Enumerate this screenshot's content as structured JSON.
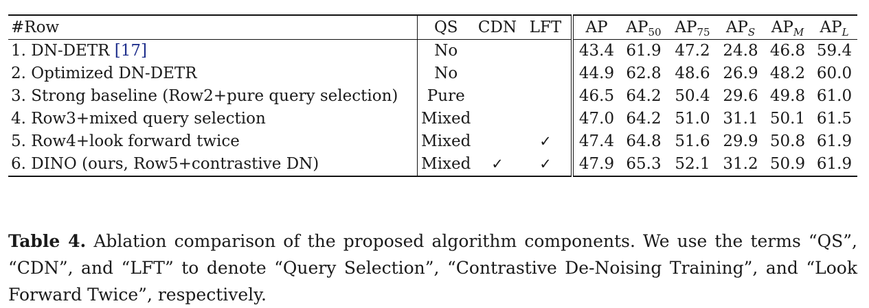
{
  "table": {
    "headers": {
      "row": "#Row",
      "qs": "QS",
      "cdn": "CDN",
      "lft": "LFT",
      "ap": "AP",
      "ap50": {
        "base": "AP",
        "sub": "50"
      },
      "ap75": {
        "base": "AP",
        "sub": "75"
      },
      "aps": {
        "base": "AP",
        "sub": "S"
      },
      "apm": {
        "base": "AP",
        "sub": "M"
      },
      "apl": {
        "base": "AP",
        "sub": "L"
      }
    },
    "rows": [
      {
        "name": "1. DN-DETR ",
        "cite": "[17]",
        "qs": "No",
        "cdn": "",
        "lft": "",
        "ap": "43.4",
        "ap50": "61.9",
        "ap75": "47.2",
        "aps": "24.8",
        "apm": "46.8",
        "apl": "59.4"
      },
      {
        "name": "2. Optimized DN-DETR",
        "qs": "No",
        "cdn": "",
        "lft": "",
        "ap": "44.9",
        "ap50": "62.8",
        "ap75": "48.6",
        "aps": "26.9",
        "apm": "48.2",
        "apl": "60.0"
      },
      {
        "name": "3. Strong baseline (Row2+pure query selection)",
        "qs": "Pure",
        "cdn": "",
        "lft": "",
        "ap": "46.5",
        "ap50": "64.2",
        "ap75": "50.4",
        "aps": "29.6",
        "apm": "49.8",
        "apl": "61.0"
      },
      {
        "name": "4. Row3+mixed query selection",
        "qs": "Mixed",
        "cdn": "",
        "lft": "",
        "ap": "47.0",
        "ap50": "64.2",
        "ap75": "51.0",
        "aps": "31.1",
        "apm": "50.1",
        "apl": "61.5"
      },
      {
        "name": "5. Row4+look forward twice",
        "qs": "Mixed",
        "cdn": "",
        "lft": "✓",
        "ap": "47.4",
        "ap50": "64.8",
        "ap75": "51.6",
        "aps": "29.9",
        "apm": "50.8",
        "apl": "61.9"
      },
      {
        "name": "6. DINO (ours, Row5+contrastive DN)",
        "qs": "Mixed",
        "cdn": "✓",
        "lft": "✓",
        "ap": "47.9",
        "ap50": "65.3",
        "ap75": "52.1",
        "aps": "31.2",
        "apm": "50.9",
        "apl": "61.9"
      }
    ]
  },
  "caption": {
    "label": "Table 4.",
    "text": " Ablation comparison of the proposed algorithm components. We use the terms “QS”, “CDN”, and “LFT” to denote “Query Selection”, “Contrastive De-Noising Training”, and “Look Forward Twice”, respectively."
  }
}
